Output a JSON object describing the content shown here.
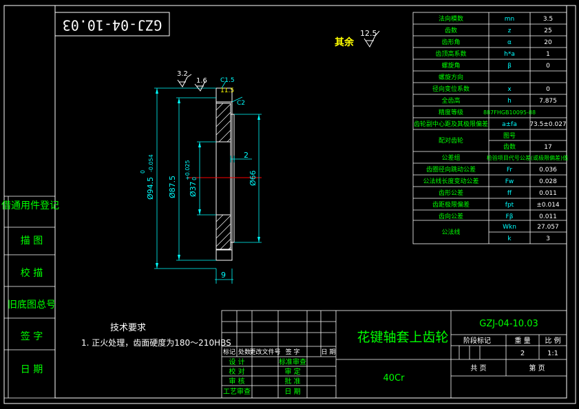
{
  "title_stamp": "GZJ-04-10.03",
  "surface": {
    "others_label": "其余",
    "others_roughness": "12.5",
    "rough_a": "3.2",
    "rough_b": "1.6"
  },
  "dimensions": {
    "chamfer_c15": "C1.5",
    "chamfer_c2": "C2",
    "hub_offset": "11.5",
    "width_2": "2",
    "width_9": "9",
    "dia_outer": "Ø94.5",
    "dia_outer_tol_upper": "0",
    "dia_outer_tol_lower": "-0.054",
    "dia_875": "Ø87.5",
    "dia_37": "Ø37",
    "dia_37_tol_upper": "+0.025",
    "dia_37_tol_lower": "0",
    "dia_66": "Ø66"
  },
  "param_table": {
    "rows": [
      {
        "name": "法向模数",
        "sym": "mn",
        "val": "3.5"
      },
      {
        "name": "齿数",
        "sym": "z",
        "val": "25"
      },
      {
        "name": "齿形角",
        "sym": "α",
        "val": "20"
      },
      {
        "name": "齿顶高系数",
        "sym": "h*a",
        "val": "1"
      },
      {
        "name": "螺旋角",
        "sym": "β",
        "val": "0"
      },
      {
        "name": "螺旋方向",
        "sym": "",
        "val": ""
      },
      {
        "name": "径向变位系数",
        "sym": "x",
        "val": "0"
      },
      {
        "name": "全齿高",
        "sym": "h",
        "val": "7.875"
      },
      {
        "name": "精度等级",
        "sym": "887FHGB10095-88",
        "val": ""
      },
      {
        "name": "齿轮副中心距及其极限偏差",
        "sym": "a±fa",
        "val": "73.5±0.027"
      }
    ],
    "mating_label": "配对齿轮",
    "mating_rows": [
      {
        "sym": "图号",
        "val": ""
      },
      {
        "sym": "齿数",
        "val": "17"
      }
    ],
    "group_label": "公差组",
    "group_value": "检验项目代号公差(或极限偏差)值",
    "tol_rows": [
      {
        "name": "齿圈径向跳动公差",
        "sym": "Fr",
        "val": "0.036"
      },
      {
        "name": "公法线长度变动公差",
        "sym": "Fw",
        "val": "0.028"
      },
      {
        "name": "齿形公差",
        "sym": "ff",
        "val": "0.011"
      },
      {
        "name": "齿距极限偏差",
        "sym": "fpt",
        "val": "±0.014"
      },
      {
        "name": "齿向公差",
        "sym": "Fβ",
        "val": "0.011"
      }
    ],
    "common_label": "公法线",
    "common_rows": [
      {
        "sym": "Wkn",
        "val": "27.057"
      },
      {
        "sym": "k",
        "val": "3"
      }
    ]
  },
  "left_side": [
    "借通用件登记",
    "描 图",
    "校 描",
    "旧底图总号",
    "签 字",
    "日 期"
  ],
  "tech": {
    "title": "技术要求",
    "item1": "1. 正火处理，齿面硬度为180～210HBS"
  },
  "title_block": {
    "part_name": "花键轴套上齿轮",
    "drawing_no": "GZJ-04-10.03",
    "material": "40Cr",
    "stage_label": "阶段标记",
    "weight_label": "重 量",
    "scale_label": "比 例",
    "weight_value": "2",
    "scale_value": "1:1",
    "sheets_total": "共   页",
    "sheet_no": "第   页",
    "rev_headers": [
      "标记",
      "处数",
      "更改文件号",
      "签 字",
      "日 期"
    ],
    "left_roles": [
      "设 计",
      "校 对",
      "审 核",
      "工艺审查"
    ],
    "right_roles": [
      "标准审查",
      "审 定",
      "批 准",
      "日 期"
    ]
  }
}
